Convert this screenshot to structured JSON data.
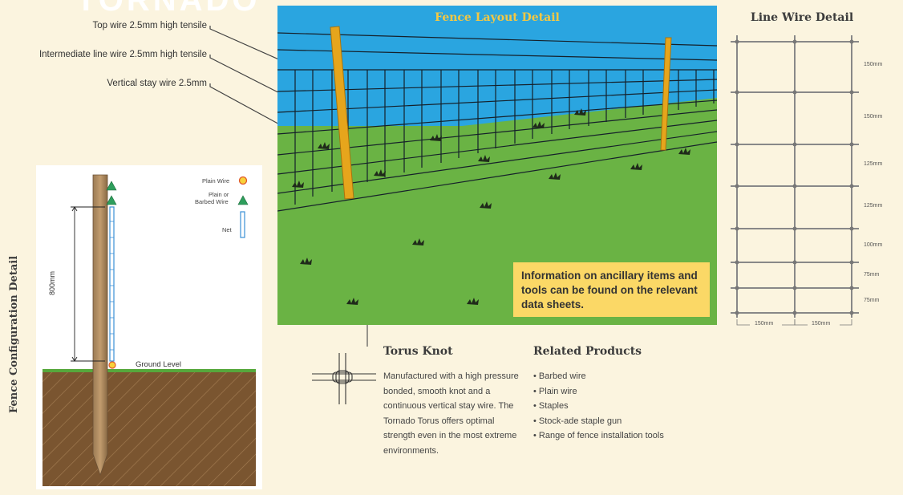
{
  "brand": "TORNADO",
  "callouts": [
    "Top wire 2.5mm high tensile",
    "Intermediate line wire 2.5mm high tensile",
    "Vertical stay wire 2.5mm"
  ],
  "config": {
    "title": "Fence Configuration Detail",
    "legend": {
      "plain_wire": "Plain Wire",
      "plain_or_barbed_1": "Plain or",
      "plain_or_barbed_2": "Barbed Wire",
      "net": "Net"
    },
    "height_label": "800mm",
    "ground_label": "Ground Level"
  },
  "layout_detail": {
    "title": "Fence Layout Detail",
    "info": "Information on ancillary items and tools can be found on the relevant data sheets."
  },
  "line_wire": {
    "title": "Line Wire Detail",
    "row_labels": [
      "150mm",
      "150mm",
      "125mm",
      "125mm",
      "100mm",
      "75mm",
      "75mm"
    ],
    "col_labels": [
      "150mm",
      "150mm"
    ]
  },
  "torus": {
    "title": "Torus Knot",
    "body": "Manufactured with a high pressure bonded, smooth knot and a continuous vertical stay wire. The Tornado Torus offers optimal strength even in the most extreme environments."
  },
  "related": {
    "title": "Related Products",
    "items": [
      "• Barbed wire",
      "• Plain wire",
      "• Staples",
      "• Stock-ade staple gun",
      "• Range of fence installation tools"
    ]
  },
  "colors": {
    "sky": "#2aa5e0",
    "grass": "#6ab344",
    "post": "#e6a51c",
    "soil": "#7a5530",
    "info_box": "#fbd866"
  }
}
